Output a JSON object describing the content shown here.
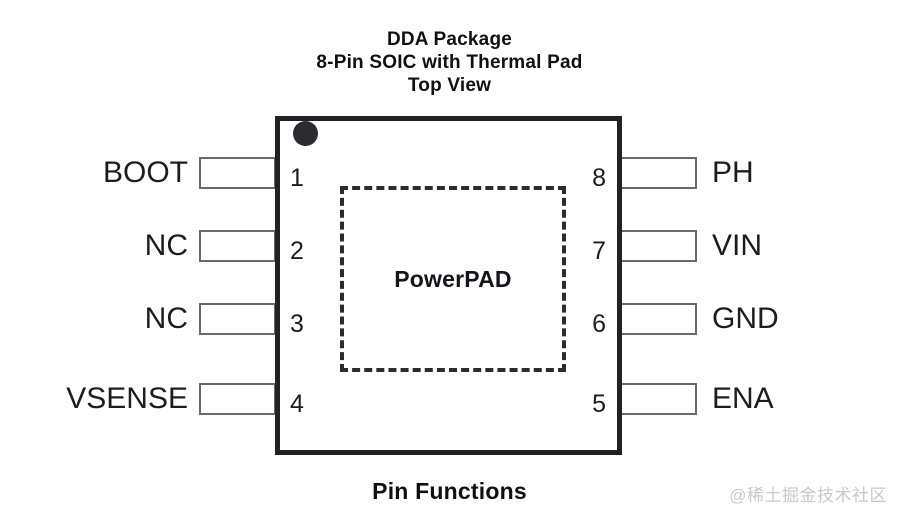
{
  "diagram": {
    "title_lines": [
      "DDA Package",
      "8-Pin SOIC with Thermal Pad",
      "Top View"
    ],
    "caption": "Pin Functions",
    "thermal_pad_label": "PowerPAD",
    "pin1_marker": "pin1-dot",
    "colors": {
      "body_outline": "#222226",
      "lead_outline": "#6a6a6e",
      "text": "#1c1c22",
      "pad_dash": "#2b2b30",
      "watermark": "#c9c9cd",
      "background": "#ffffff"
    },
    "pins_left": [
      {
        "number": "1",
        "name": "BOOT"
      },
      {
        "number": "2",
        "name": "NC"
      },
      {
        "number": "3",
        "name": "NC"
      },
      {
        "number": "4",
        "name": "VSENSE"
      }
    ],
    "pins_right": [
      {
        "number": "8",
        "name": "PH"
      },
      {
        "number": "7",
        "name": "VIN"
      },
      {
        "number": "6",
        "name": "GND"
      },
      {
        "number": "5",
        "name": "ENA"
      }
    ]
  },
  "watermark": {
    "text": "@稀土掘金技术社区"
  }
}
